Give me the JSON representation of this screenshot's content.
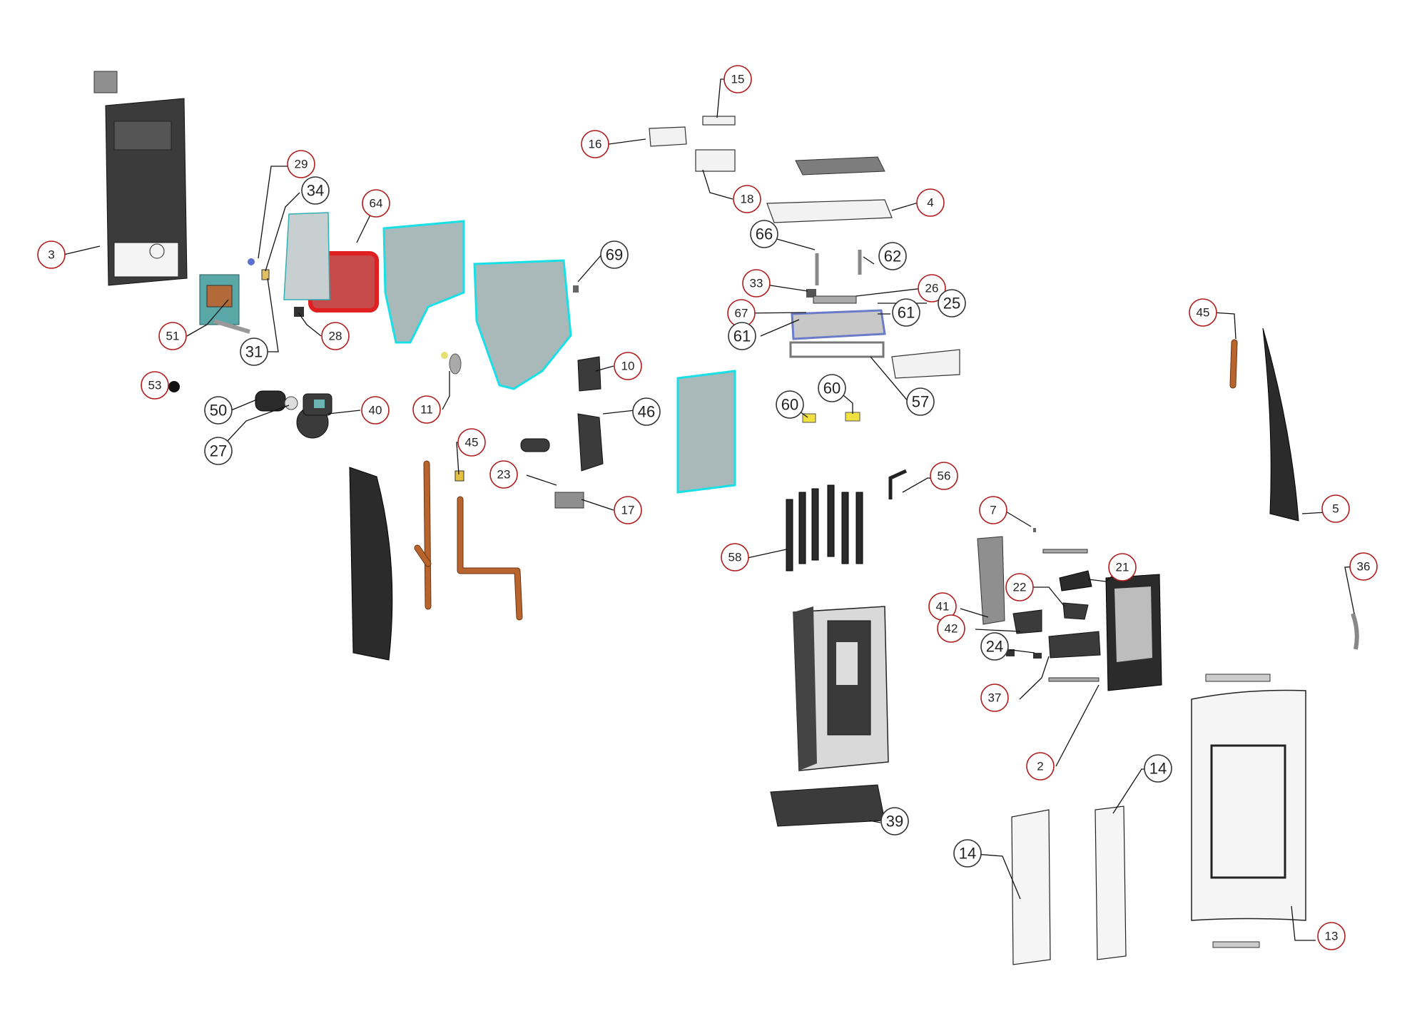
{
  "callouts": [
    {
      "id": "c3",
      "label": "3",
      "style": "red"
    },
    {
      "id": "c29",
      "label": "29",
      "style": "red"
    },
    {
      "id": "c34",
      "label": "34",
      "style": "plain"
    },
    {
      "id": "c64",
      "label": "64",
      "style": "red"
    },
    {
      "id": "c51",
      "label": "51",
      "style": "red"
    },
    {
      "id": "c31",
      "label": "31",
      "style": "plain"
    },
    {
      "id": "c28",
      "label": "28",
      "style": "red"
    },
    {
      "id": "c53",
      "label": "53",
      "style": "red"
    },
    {
      "id": "c50",
      "label": "50",
      "style": "plain"
    },
    {
      "id": "c27",
      "label": "27",
      "style": "plain"
    },
    {
      "id": "c40",
      "label": "40",
      "style": "red"
    },
    {
      "id": "c11",
      "label": "11",
      "style": "red"
    },
    {
      "id": "c69",
      "label": "69",
      "style": "plain"
    },
    {
      "id": "c10",
      "label": "10",
      "style": "red"
    },
    {
      "id": "c45a",
      "label": "45",
      "style": "red"
    },
    {
      "id": "c46",
      "label": "46",
      "style": "plain"
    },
    {
      "id": "c23",
      "label": "23",
      "style": "red"
    },
    {
      "id": "c17",
      "label": "17",
      "style": "red"
    },
    {
      "id": "c15",
      "label": "15",
      "style": "red"
    },
    {
      "id": "c16",
      "label": "16",
      "style": "red"
    },
    {
      "id": "c18",
      "label": "18",
      "style": "red"
    },
    {
      "id": "c4",
      "label": "4",
      "style": "red"
    },
    {
      "id": "c66",
      "label": "66",
      "style": "plain"
    },
    {
      "id": "c62",
      "label": "62",
      "style": "plain"
    },
    {
      "id": "c33",
      "label": "33",
      "style": "red"
    },
    {
      "id": "c26",
      "label": "26",
      "style": "red"
    },
    {
      "id": "c25",
      "label": "25",
      "style": "plain"
    },
    {
      "id": "c67",
      "label": "67",
      "style": "red"
    },
    {
      "id": "c61a",
      "label": "61",
      "style": "plain"
    },
    {
      "id": "c61b",
      "label": "61",
      "style": "plain"
    },
    {
      "id": "c57",
      "label": "57",
      "style": "plain"
    },
    {
      "id": "c60a",
      "label": "60",
      "style": "plain"
    },
    {
      "id": "c60b",
      "label": "60",
      "style": "plain"
    },
    {
      "id": "c45b",
      "label": "45",
      "style": "red"
    },
    {
      "id": "c5",
      "label": "5",
      "style": "red"
    },
    {
      "id": "c56",
      "label": "56",
      "style": "red"
    },
    {
      "id": "c58",
      "label": "58",
      "style": "red"
    },
    {
      "id": "c7",
      "label": "7",
      "style": "red"
    },
    {
      "id": "c21",
      "label": "21",
      "style": "red"
    },
    {
      "id": "c22",
      "label": "22",
      "style": "red"
    },
    {
      "id": "c41",
      "label": "41",
      "style": "red"
    },
    {
      "id": "c42",
      "label": "42",
      "style": "red"
    },
    {
      "id": "c24",
      "label": "24",
      "style": "plain"
    },
    {
      "id": "c37",
      "label": "37",
      "style": "red"
    },
    {
      "id": "c36",
      "label": "36",
      "style": "red"
    },
    {
      "id": "c2",
      "label": "2",
      "style": "red"
    },
    {
      "id": "c39",
      "label": "39",
      "style": "plain"
    },
    {
      "id": "c14a",
      "label": "14",
      "style": "plain"
    },
    {
      "id": "c14b",
      "label": "14",
      "style": "plain"
    },
    {
      "id": "c13",
      "label": "13",
      "style": "red"
    }
  ]
}
